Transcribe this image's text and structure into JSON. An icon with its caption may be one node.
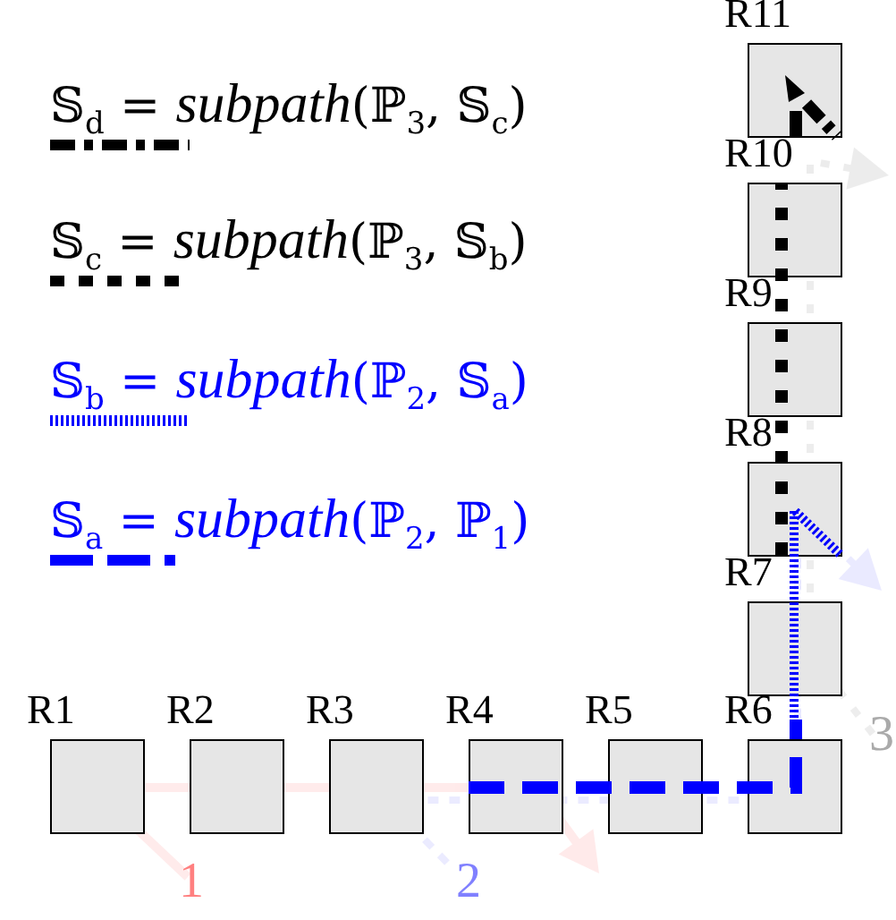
{
  "diagram": {
    "nodes": [
      {
        "text": [
          "R1"
        ]
      },
      {
        "text": [
          "R2"
        ]
      },
      {
        "text": [
          "R3"
        ]
      },
      {
        "text": [
          "R4"
        ]
      },
      {
        "text": [
          "R5"
        ]
      },
      {
        "text": [
          "R6"
        ]
      },
      {
        "text": [
          "R7"
        ]
      },
      {
        "text": [
          "R8"
        ]
      },
      {
        "text": [
          "R9"
        ]
      },
      {
        "text": [
          "R10"
        ]
      },
      {
        "text": [
          "R11"
        ]
      }
    ],
    "labels": [
      "1",
      "2",
      "3"
    ],
    "legend": [
      {
        "text": "𝕊$_{d}$ = *subpath*(ℙ$_{3}$, 𝕊$_{c}$)"
      },
      {
        "text": "𝕊$_{c}$ = *subpath*(ℙ$_{3}$, 𝕊$_{b}$)"
      },
      {
        "text": "𝕊$_{b}$ = *subpath*(ℙ$_{2}$, 𝕊$_{a}$)"
      },
      {
        "text": "𝕊$_{a}$ = *subpath*(ℙ$_{2}$, ℙ$_{1}$)"
      }
    ]
  }
}
